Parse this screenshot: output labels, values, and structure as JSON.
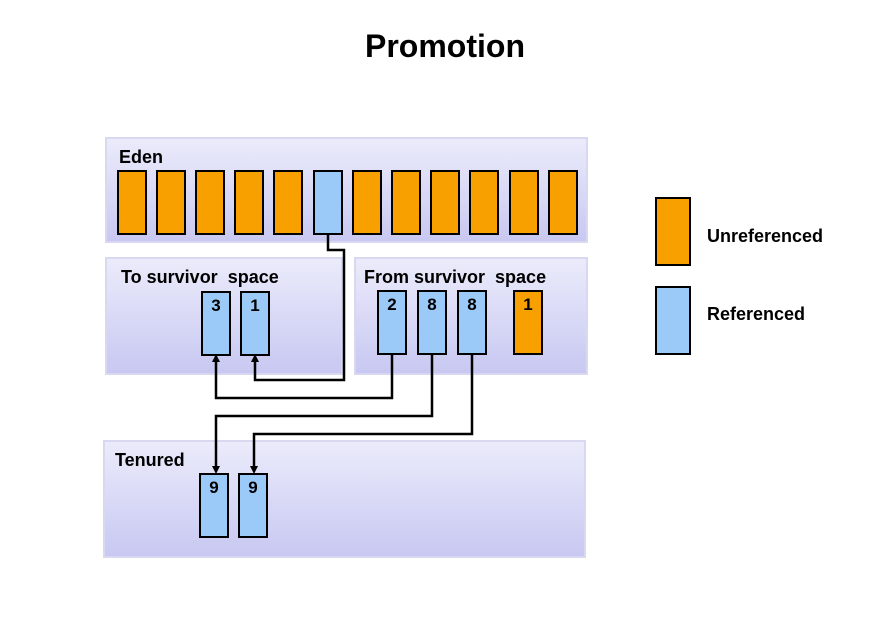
{
  "title": "Promotion",
  "regions": {
    "eden": "Eden",
    "to_survivor": "To survivor  space",
    "from_survivor": "From survivor  space",
    "tenured": "Tenured"
  },
  "to_survivor_objects": [
    "3",
    "1"
  ],
  "from_survivor_objects": [
    "2",
    "8",
    "8",
    "1"
  ],
  "tenured_objects": [
    "9",
    "9"
  ],
  "legend": {
    "unreferenced": "Unreferenced",
    "referenced": "Referenced"
  },
  "colors": {
    "unreferenced": "#f8a000",
    "referenced": "#9ccaf8"
  }
}
